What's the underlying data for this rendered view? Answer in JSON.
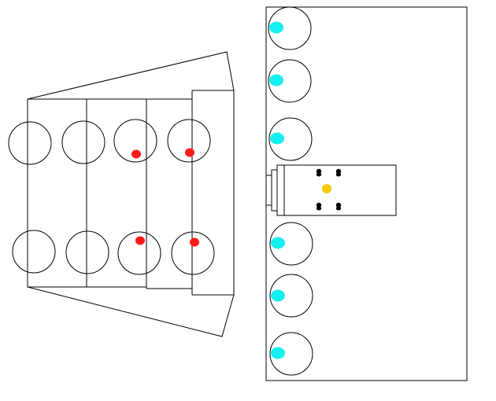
{
  "colors": {
    "background": "#ffffff",
    "line": "#000000",
    "red_marker": "#ff1a1a",
    "cyan_marker": "#14f0f0",
    "yellow_marker": "#f5cc0a",
    "black_marker": "#000000"
  },
  "left_assembly": {
    "name": "left-circle-frame",
    "circles_top_count": 4,
    "circles_bottom_count": 4,
    "red_markers_count": 4
  },
  "right_assembly": {
    "name": "right-panel",
    "circles_count": 6,
    "cyan_markers_count": 6
  },
  "center_block": {
    "name": "center-device",
    "black_markers_count": 4,
    "yellow_markers_count": 1
  }
}
